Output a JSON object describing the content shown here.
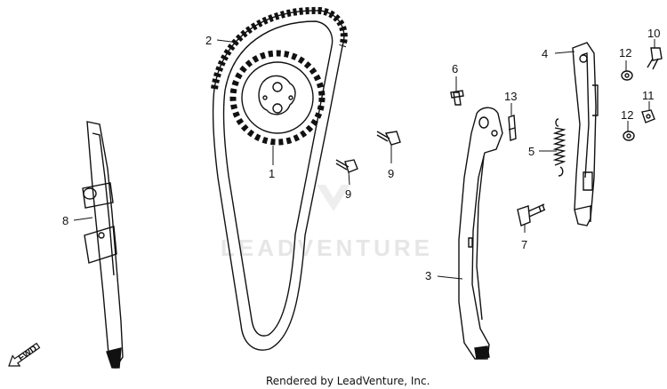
{
  "diagram": {
    "parts": {
      "sprocket": "1",
      "chain": "2",
      "tensioner_arm": "3",
      "tensioner_bracket": "4",
      "spring": "5",
      "pivot_bolt": "6",
      "tensioner_bolt": "7",
      "guide": "8",
      "bolt_left": "9",
      "bolt_right": "9",
      "bolt_top": "10",
      "nut": "11",
      "washer_top": "12",
      "washer_bottom": "12",
      "pin": "13"
    },
    "watermark": "LEADVENTURE",
    "direction_label": "FWD",
    "credit": "Rendered by LeadVenture, Inc."
  },
  "colors": {
    "line": "#111111",
    "watermark": "#e6e6e6"
  }
}
